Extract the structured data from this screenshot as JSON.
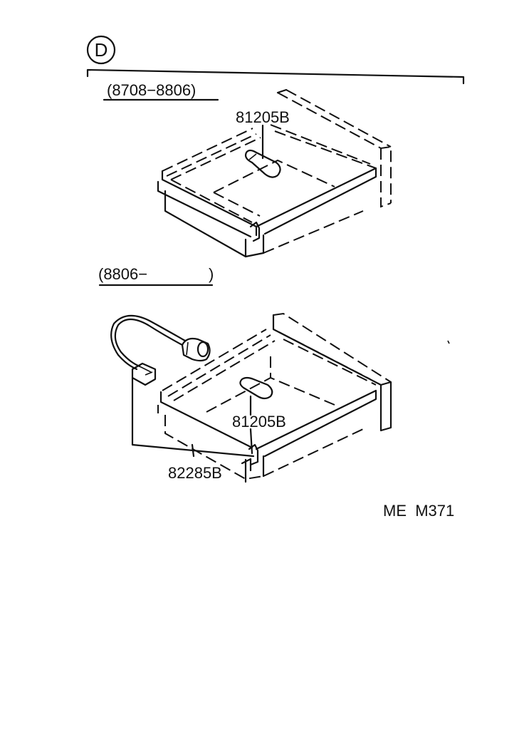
{
  "section": {
    "letter": "D"
  },
  "upper": {
    "range": "(8708−8806)",
    "part": "81205B"
  },
  "lower": {
    "range": "(8806−",
    "range_close": ")",
    "part_bulb": "81205B",
    "part_socket": "82285B"
  },
  "footer": {
    "code": "ME  M371"
  },
  "icons": {
    "bulb": "bulb-icon",
    "socket": "socket-icon",
    "connector": "connector-icon"
  }
}
